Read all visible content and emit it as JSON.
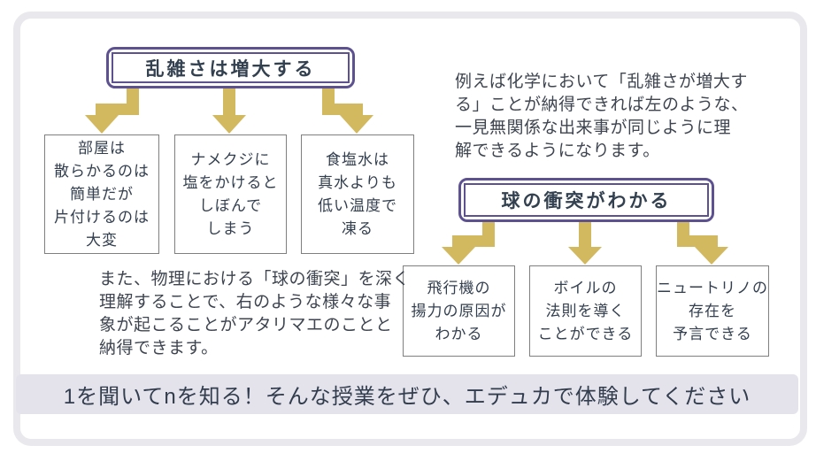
{
  "colors": {
    "accent_purple": "#5d5190",
    "arrow_gold": "#d2b95f",
    "banner_background": "#e4e3ec",
    "text_dark": "#333f4f",
    "card_border": "#e9e8ec"
  },
  "flowchart_entropy": {
    "title": "乱雑さは増大する",
    "examples": [
      {
        "text": "部屋は\n散らかるのは\n簡単だが\n片付けるのは\n大変"
      },
      {
        "text": "ナメクジに\n塩をかけると\nしぼんで\nしまう"
      },
      {
        "text": "食塩水は\n真水よりも\n低い温度で\n凍る"
      }
    ]
  },
  "flowchart_collision": {
    "title": "球の衝突がわかる",
    "examples": [
      {
        "text": "飛行機の\n揚力の原因が\nわかる"
      },
      {
        "text": "ボイルの\n法則を導く\nことができる"
      },
      {
        "text": "ニュートリノの\n存在を\n予言できる"
      }
    ]
  },
  "paragraphs": {
    "chemistry": "例えば化学において「乱雑さが増大す\nる」ことが納得できれば左のような、\n一見無関係な出来事が同じように理\n解できるようになります。",
    "physics": "また、物理における「球の衝突」を深く\n理解することで、右のような様々な事\n象が起こることがアタリマエのことと\n納得できます。"
  },
  "banner": {
    "text": "1を聞いてnを知る！そんな授業をぜひ、エデュカで体験してください"
  },
  "icons": {
    "arrows": "down-arrow"
  }
}
